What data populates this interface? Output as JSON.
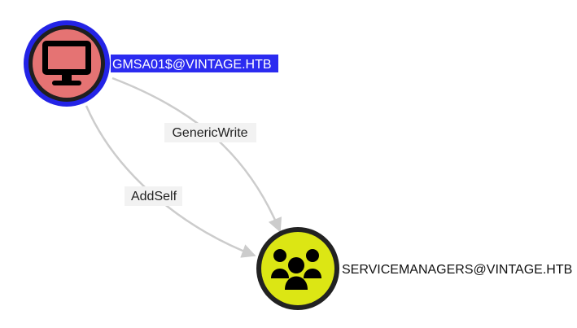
{
  "graph": {
    "nodes": [
      {
        "id": "computer",
        "label": "GMSA01$@VINTAGE.HTB",
        "type": "computer",
        "icon": "monitor-icon",
        "fill_color": "#e57373",
        "ring_color": "#2323e6",
        "selected": true
      },
      {
        "id": "group",
        "label": "SERVICEMANAGERS@VINTAGE.HTB",
        "type": "group",
        "icon": "users-group-icon",
        "fill_color": "#dce614",
        "ring_color": "#222222",
        "selected": false
      }
    ],
    "edges": [
      {
        "id": "edge-genericwrite",
        "source": "computer",
        "target": "group",
        "label": "GenericWrite",
        "color": "#cccccc"
      },
      {
        "id": "edge-addself",
        "source": "computer",
        "target": "group",
        "label": "AddSelf",
        "color": "#cccccc"
      }
    ]
  }
}
